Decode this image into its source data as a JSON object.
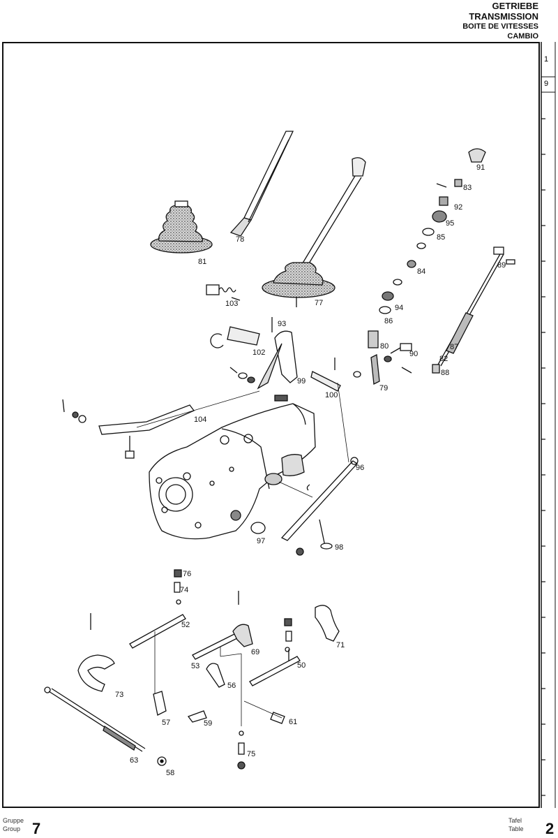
{
  "header": {
    "line_de": "GETRIEBE",
    "line_en": "TRANSMISSION",
    "line_fr": "BOITE DE VITESSES",
    "line_it": "CAMBIO"
  },
  "margin_marks": [
    "1",
    "9"
  ],
  "footer": {
    "group_label": "Gruppe",
    "group_label_en": "Group",
    "group_number": "7",
    "table_label": "Tafel",
    "table_label_en": "Table",
    "table_number": "2"
  },
  "part_numbers": [
    "91",
    "83",
    "92",
    "95",
    "85",
    "84",
    "94",
    "86",
    "80",
    "90",
    "79",
    "89",
    "87",
    "82",
    "88",
    "78",
    "81",
    "103",
    "77",
    "93",
    "102",
    "99",
    "100",
    "104",
    "96",
    "97",
    "98",
    "76",
    "74",
    "52",
    "69",
    "71",
    "53",
    "50",
    "56",
    "73",
    "57",
    "59",
    "61",
    "63",
    "58",
    "75"
  ],
  "colors": {
    "ink": "#111111",
    "paper": "#ffffff",
    "shade": "#8a8a8a"
  }
}
